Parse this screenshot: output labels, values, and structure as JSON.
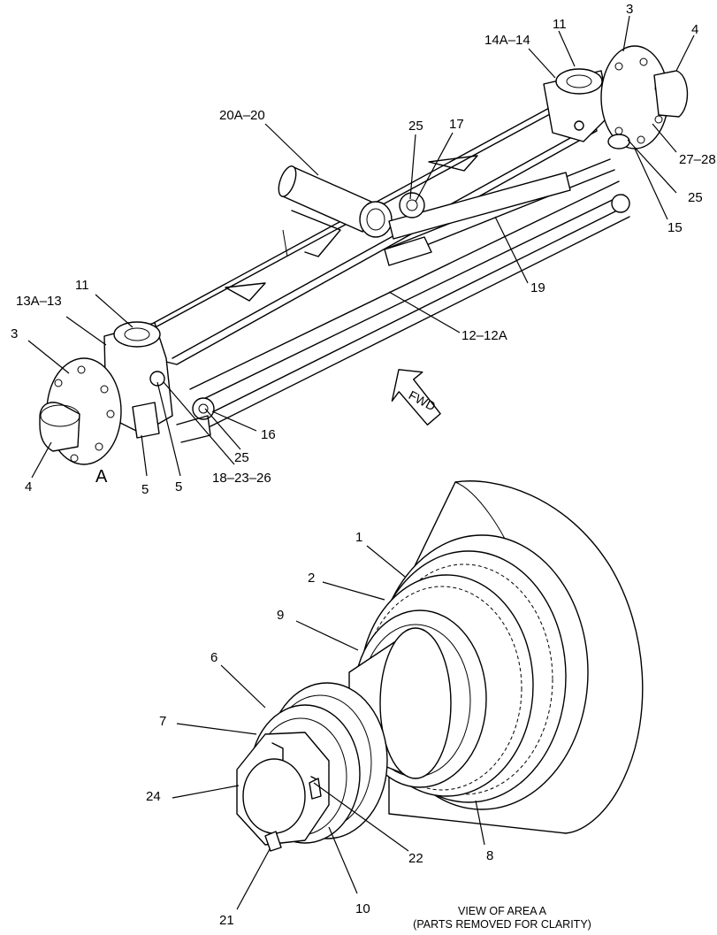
{
  "callouts": {
    "c11_left": "11",
    "c13a_13": "13A–13",
    "c3_left": "3",
    "c4_left": "4",
    "cA": "A",
    "c5_a": "5",
    "c5_b": "5",
    "c18_23_26": "18–23–26",
    "c25_left": "25",
    "c16": "16",
    "c12_12a": "12–12A",
    "c19": "19",
    "c20a_20": "20A–20",
    "c25_mid": "25",
    "c17": "17",
    "c14a_14": "14A–14",
    "c11_right": "11",
    "c3_right": "3",
    "c4_right": "4",
    "c27_28": "27–28",
    "c25_right": "25",
    "c15": "15",
    "d1": "1",
    "d2": "2",
    "d9": "9",
    "d6": "6",
    "d7": "7",
    "d24": "24",
    "d22": "22",
    "d8": "8",
    "d21": "21",
    "d10": "10"
  },
  "fwd_label": "FWD",
  "caption": {
    "line1": "VIEW OF AREA A",
    "line2": "(PARTS REMOVED FOR CLARITY)"
  }
}
